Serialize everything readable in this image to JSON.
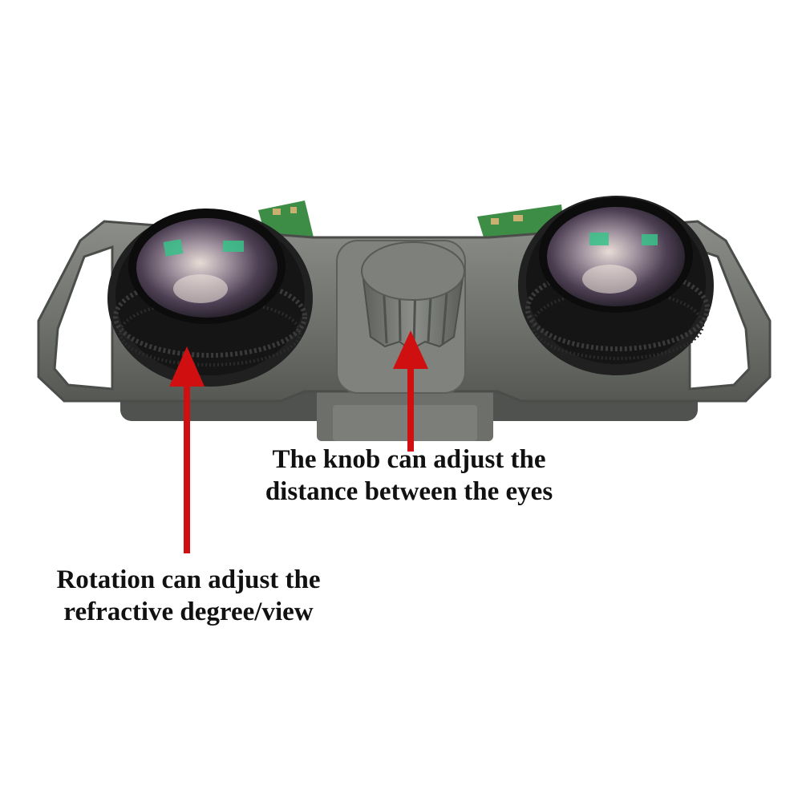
{
  "annotations": {
    "knob": {
      "line1": "The knob can adjust the",
      "line2": "distance between the eyes"
    },
    "rotation": {
      "line1": "Rotation can adjust the",
      "line2": "refractive degree/view"
    }
  },
  "colors": {
    "arrow": "#d01010",
    "housing": "#6e716c",
    "housing_dark": "#4d504c",
    "lens_ring": "#1c1c1c",
    "pcb": "#3c8a45"
  }
}
